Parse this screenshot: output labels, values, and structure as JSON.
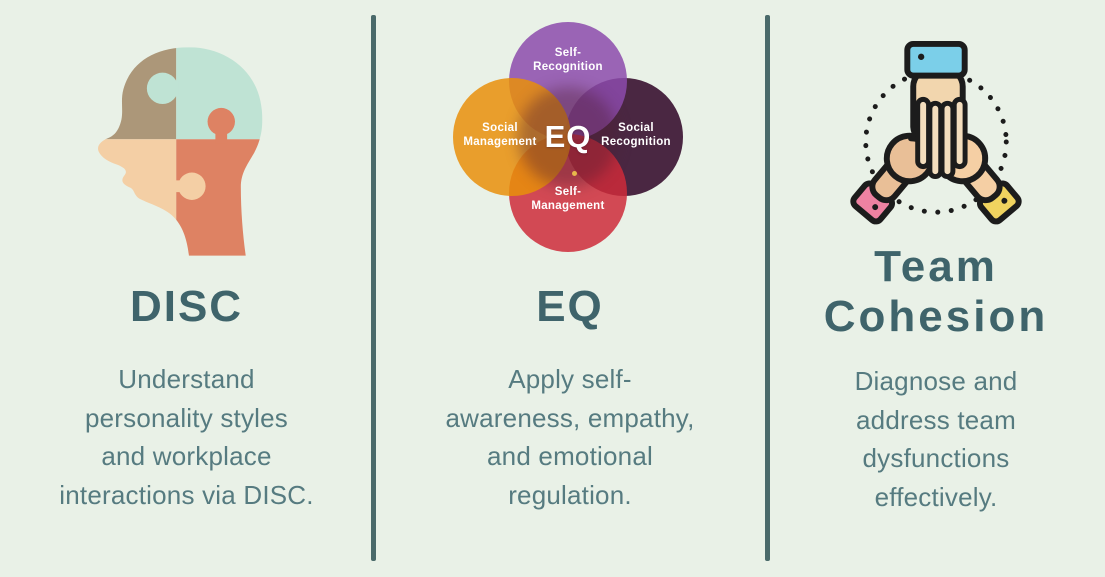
{
  "page": {
    "background_color": "#e9f1e7",
    "divider_color": "#4a6a6a",
    "title_color": "#3f646b",
    "body_text_color": "#567b80"
  },
  "columns": {
    "disc": {
      "icon": "head-puzzle-icon",
      "title": "DISC",
      "description": "Understand\npersonality styles\nand workplace\ninteractions via DISC."
    },
    "eq": {
      "icon": "eq-venn-diagram",
      "title": "EQ",
      "description": "Apply self-\nawareness, empathy,\nand emotional\nregulation."
    },
    "team": {
      "icon": "team-hands-icon",
      "title": "Team\nCohesion",
      "description": "Diagnose and\naddress team\ndysfunctions\neffectively."
    }
  },
  "venn": {
    "center_label": "EQ",
    "circles": {
      "top": {
        "line1": "Self-",
        "line2": "Recognition",
        "color": "#9a64b5",
        "fill": "rgba(140,75,172,0.85)"
      },
      "right": {
        "line1": "Social",
        "line2": "Recognition",
        "color": "#4a2842",
        "fill": "rgba(46,4,37,0.85)"
      },
      "bottom": {
        "line1": "Self-",
        "line2": "Management",
        "color": "#d24a54",
        "fill": "rgba(206,44,58,0.85)"
      },
      "left": {
        "line1": "Social",
        "line2": "Management",
        "color": "#e99e2b",
        "fill": "rgba(233,143,10,0.85)"
      }
    }
  },
  "icon_colors": {
    "head": {
      "top_left": "#ac9779",
      "top_right": "#bfe3d4",
      "bottom_left": "#f4cfa5",
      "bottom_right": "#de8263"
    },
    "hands": {
      "outline": "#1c1c1c",
      "top_cuff": "#7bcfe9",
      "left_cuff": "#ee82a2",
      "right_cuff": "#f0d35f",
      "top_skin": "#f2d6ae",
      "finger_skin": "#f3ddbd",
      "left_skin": "#e9bf97",
      "right_skin": "#f5cfa4"
    }
  }
}
